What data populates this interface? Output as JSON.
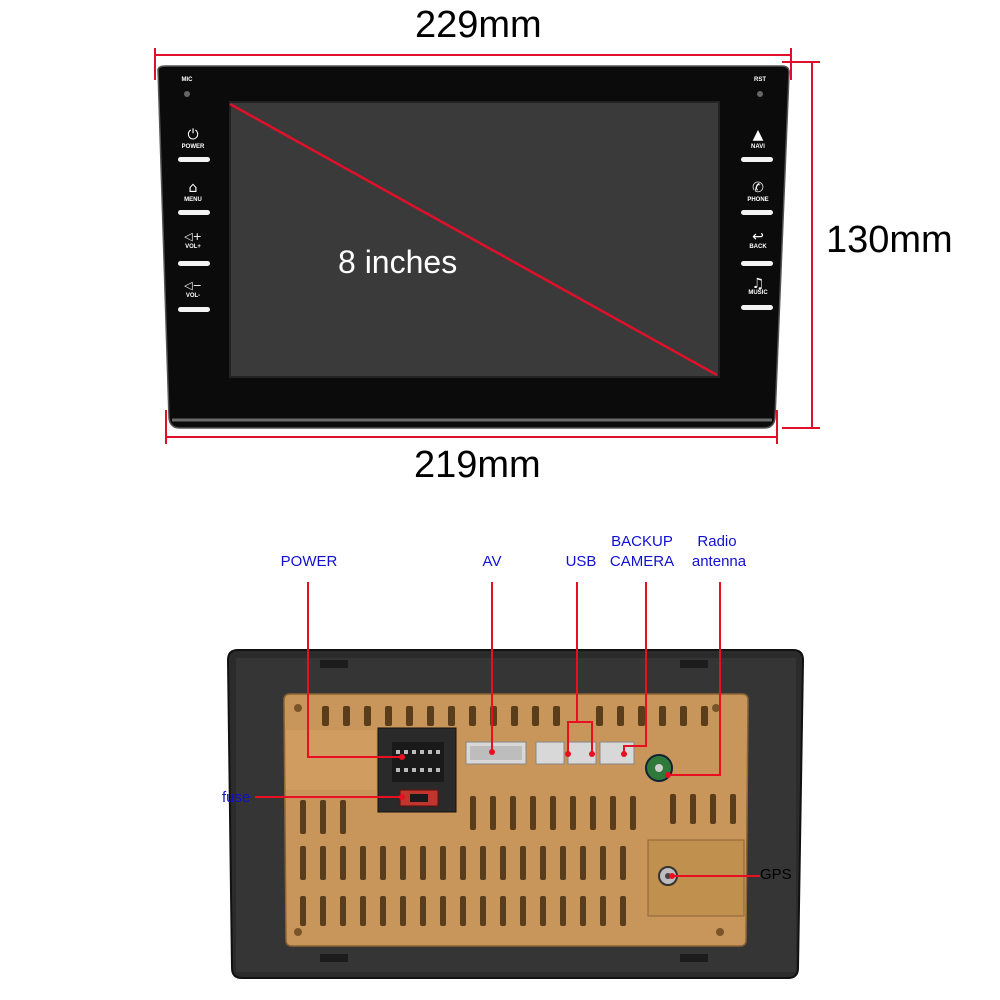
{
  "dimensions": {
    "top_width": "229mm",
    "bottom_width": "219mm",
    "height": "130mm",
    "screen_diagonal": "8 inches"
  },
  "front_panel": {
    "mic_label": "MIC",
    "rst_label": "RST",
    "left_buttons": [
      {
        "label": "POWER",
        "icon": "power-icon",
        "glyph": "⏻"
      },
      {
        "label": "MENU",
        "icon": "home-icon",
        "glyph": "⌂"
      },
      {
        "label": "VOL+",
        "icon": "volume-up-icon",
        "glyph": "◁+"
      },
      {
        "label": "VOL-",
        "icon": "volume-down-icon",
        "glyph": "◁−"
      }
    ],
    "right_buttons": [
      {
        "label": "NAVI",
        "icon": "navigation-icon",
        "glyph": "▲"
      },
      {
        "label": "PHONE",
        "icon": "phone-icon",
        "glyph": "✆"
      },
      {
        "label": "BACK",
        "icon": "back-icon",
        "glyph": "↩"
      },
      {
        "label": "MUSIC",
        "icon": "music-icon",
        "glyph": "♫"
      }
    ]
  },
  "rear_panel": {
    "ports": {
      "power": "POWER",
      "av": "AV",
      "usb": "USB",
      "backup_camera_line1": "BACKUP",
      "backup_camera_line2": "CAMERA",
      "radio_antenna_line1": "Radio",
      "radio_antenna_line2": "antenna",
      "fuse": "fuse",
      "gps": "GPS"
    }
  },
  "colors": {
    "dimension_line": "#e0102a",
    "callout_line": "#e81020",
    "port_label": "#1010d0",
    "housing": "#c8955a",
    "bezel": "#0a0a0a"
  }
}
